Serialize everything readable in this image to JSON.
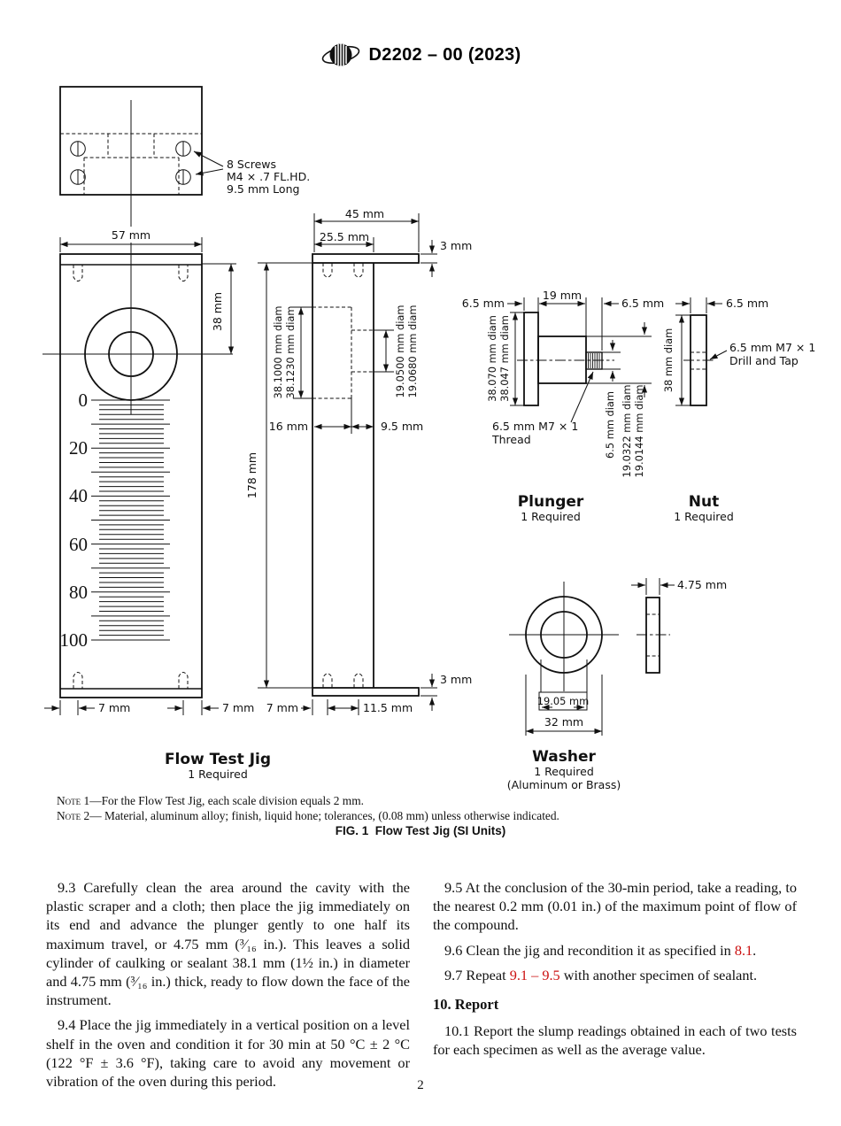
{
  "header": {
    "title": "D2202 – 00 (2023)"
  },
  "figure": {
    "top_view": {
      "callout": [
        "8 Screws",
        "M4 × .7 FL.HD.",
        "9.5 mm Long"
      ]
    },
    "front_view": {
      "width_dim": "57 mm",
      "height_dim": "38 mm",
      "scale_labels": [
        "0",
        "20",
        "40",
        "60",
        "80",
        "100"
      ],
      "foot_dim_left": "7 mm",
      "foot_dim_right": "7 mm",
      "caption": "Flow Test Jig",
      "caption_sub": "1 Required"
    },
    "side_view": {
      "flange_width_dim": "45 mm",
      "body_width_dim": "25.5 mm",
      "plate_dim_top": "3 mm",
      "large_bore_dim_a": "38.1000 mm diam",
      "large_bore_dim_b": "38.1230 mm diam",
      "small_bore_dim_a": "19.0500 mm diam",
      "small_bore_dim_b": "19.0680 mm diam",
      "large_bore_depth_dim": "16 mm",
      "small_bore_depth_dim": "9.5 mm",
      "height_dim": "178 mm",
      "plate_dim_bottom": "3 mm",
      "foot_dim": "7 mm",
      "slot_spacing_dim": "11.5 mm"
    },
    "plunger": {
      "head_thickness_dim": "6.5 mm",
      "body_length_dim": "19 mm",
      "stub_length_dim": "6.5 mm",
      "head_diam_dim_a": "38.070 mm diam",
      "head_diam_dim_b": "38.047 mm diam",
      "thread_label_1": "6.5 mm M7 × 1",
      "thread_label_2": "Thread",
      "stub_diam_dim": "6.5 mm diam",
      "body_diam_dim_a": "19.0322 mm diam",
      "body_diam_dim_b": "19.0144 mm diam",
      "caption": "Plunger",
      "caption_sub": "1 Required"
    },
    "nut": {
      "thickness_dim": "6.5 mm",
      "diam_dim": "38 mm diam",
      "tap_label_1": "6.5 mm M7 × 1",
      "tap_label_2": "Drill and Tap",
      "caption": "Nut",
      "caption_sub": "1 Required"
    },
    "washer": {
      "thickness_dim": "4.75 mm",
      "inner_diam_dim": "19.05 mm",
      "outer_diam_dim": "32 mm",
      "caption": "Washer",
      "caption_sub": "1 Required",
      "caption_material": "(Aluminum or Brass)"
    },
    "notes": [
      {
        "label": "Note 1",
        "text": "—For the Flow Test Jig, each scale division equals 2 mm."
      },
      {
        "label": "Note 2",
        "text": "— Material, aluminum alloy; finish, liquid hone; tolerances, (0.08 mm) unless otherwise indicated."
      }
    ],
    "fig_caption": "FIG. 1  Flow Test Jig (SI Units)"
  },
  "body": {
    "p93": "9.3 Carefully clean the area around the cavity with the plastic scraper and a cloth; then place the jig immediately on its end and advance the plunger gently to one half its maximum travel, or 4.75 mm (³⁄₁₆ in.). This leaves a solid cylinder of caulking or sealant 38.1 mm (1½ in.) in diameter and 4.75 mm (³⁄₁₆ in.) thick, ready to flow down the face of the instrument.",
    "p94": "9.4 Place the jig immediately in a vertical position on a level shelf in the oven and condition it for 30 min at 50 °C ± 2 °C (122 °F ± 3.6 °F), taking care to avoid any movement or vibration of the oven during this period.",
    "p95": "9.5 At the conclusion of the 30-min period, take a reading, to the nearest 0.2 mm (0.01 in.) of the maximum point of flow of the compound.",
    "p96": {
      "pre": "9.6 Clean the jig and recondition it as specified in ",
      "link": "8.1",
      "post": "."
    },
    "p97": {
      "pre": "9.7 Repeat ",
      "link": "9.1 – 9.5",
      "post": " with another specimen of sealant."
    },
    "h10": "10. Report",
    "p101": "10.1 Report the slump readings obtained in each of two tests for each specimen as well as the average value."
  },
  "footer": {
    "page_number": "2"
  },
  "colors": {
    "link_red": "#cc1111"
  }
}
